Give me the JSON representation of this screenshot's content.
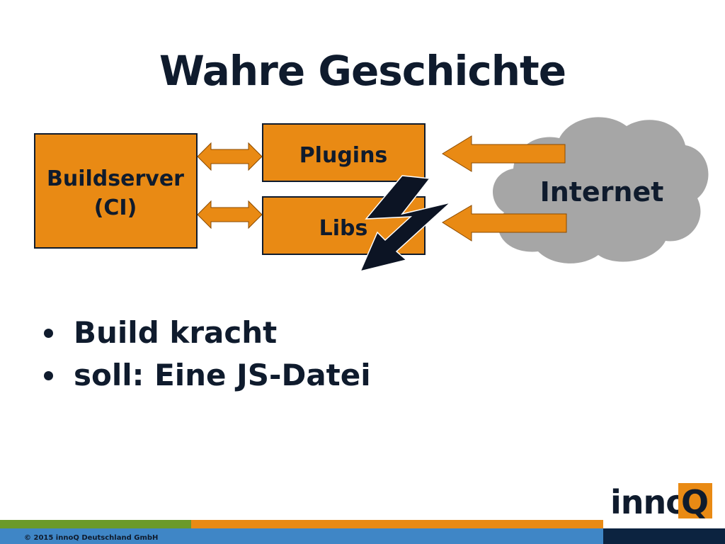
{
  "slide": {
    "title": "Wahre Geschichte",
    "bullets": [
      "Build kracht",
      "soll: Eine JS-Datei"
    ],
    "copyright": "© 2015 innoQ Deutschland GmbH"
  },
  "diagram": {
    "nodes": {
      "buildserver_line1": "Buildserver",
      "buildserver_line2": "(CI)",
      "plugins": "Plugins",
      "libs": "Libs",
      "internet": "Internet"
    }
  },
  "logo": {
    "text": "inno",
    "letter": "Q"
  },
  "colors": {
    "orange": "#e98a14",
    "navy": "#0f1b2d",
    "cloud": "#a6a6a6",
    "green": "#6b9a2a",
    "blue": "#3f86c6",
    "dark_navy": "#0c2340"
  }
}
